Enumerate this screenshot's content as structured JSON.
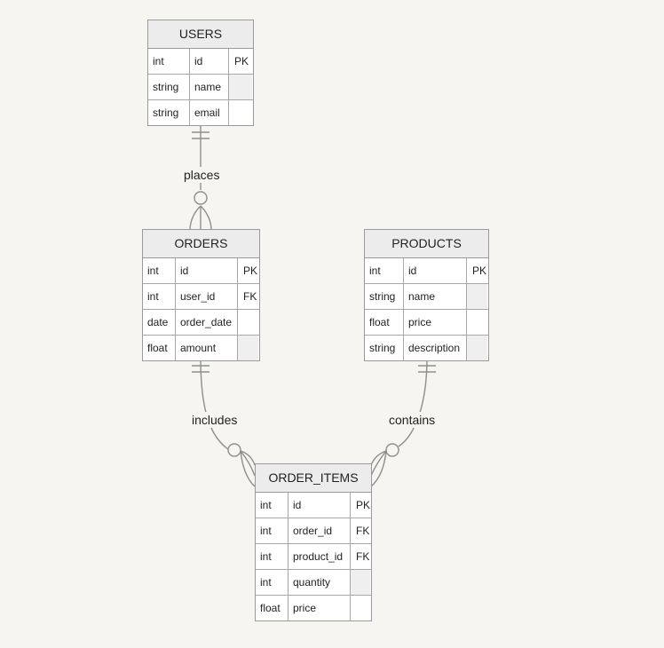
{
  "entities": {
    "users": {
      "name": "USERS",
      "rows": [
        {
          "type": "int",
          "field": "id",
          "key": "PK"
        },
        {
          "type": "string",
          "field": "name",
          "key": ""
        },
        {
          "type": "string",
          "field": "email",
          "key": ""
        }
      ]
    },
    "orders": {
      "name": "ORDERS",
      "rows": [
        {
          "type": "int",
          "field": "id",
          "key": "PK"
        },
        {
          "type": "int",
          "field": "user_id",
          "key": "FK"
        },
        {
          "type": "date",
          "field": "order_date",
          "key": ""
        },
        {
          "type": "float",
          "field": "amount",
          "key": ""
        }
      ]
    },
    "products": {
      "name": "PRODUCTS",
      "rows": [
        {
          "type": "int",
          "field": "id",
          "key": "PK"
        },
        {
          "type": "string",
          "field": "name",
          "key": ""
        },
        {
          "type": "float",
          "field": "price",
          "key": ""
        },
        {
          "type": "string",
          "field": "description",
          "key": ""
        }
      ]
    },
    "order_items": {
      "name": "ORDER_ITEMS",
      "rows": [
        {
          "type": "int",
          "field": "id",
          "key": "PK"
        },
        {
          "type": "int",
          "field": "order_id",
          "key": "FK"
        },
        {
          "type": "int",
          "field": "product_id",
          "key": "FK"
        },
        {
          "type": "int",
          "field": "quantity",
          "key": ""
        },
        {
          "type": "float",
          "field": "price",
          "key": ""
        }
      ]
    }
  },
  "relationships": {
    "places": {
      "label": "places",
      "from": "USERS",
      "to": "ORDERS",
      "from_cardinality": "exactly-one",
      "to_cardinality": "zero-or-many"
    },
    "includes": {
      "label": "includes",
      "from": "ORDERS",
      "to": "ORDER_ITEMS",
      "from_cardinality": "exactly-one",
      "to_cardinality": "zero-or-many"
    },
    "contains": {
      "label": "contains",
      "from": "PRODUCTS",
      "to": "ORDER_ITEMS",
      "from_cardinality": "exactly-one",
      "to_cardinality": "zero-or-many"
    }
  }
}
